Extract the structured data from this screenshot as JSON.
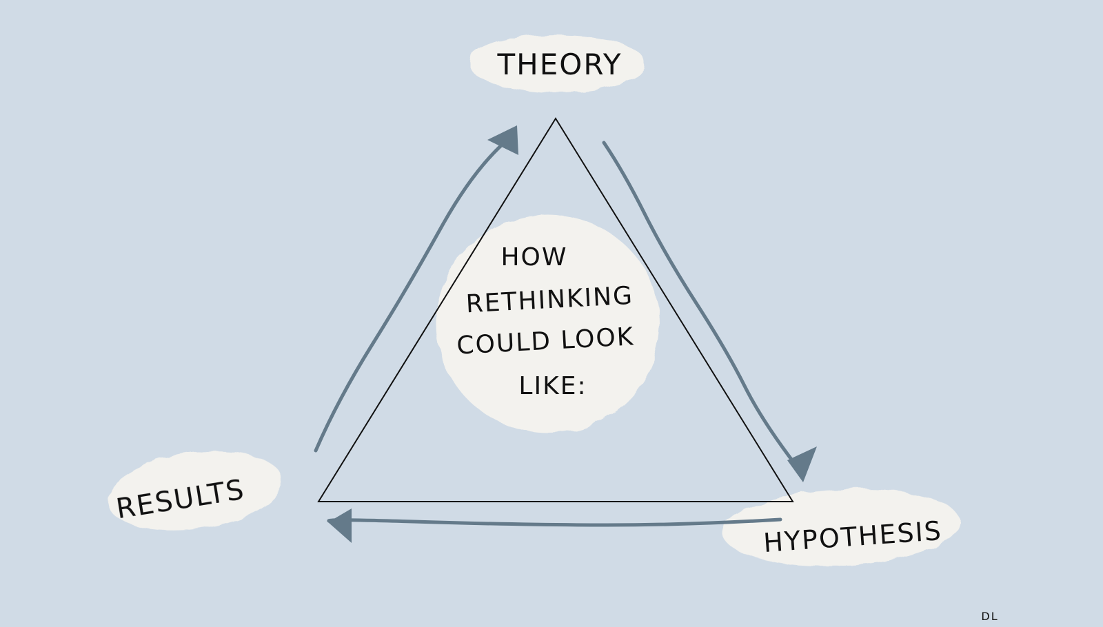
{
  "colors": {
    "background": "#d0dbe6",
    "blob": "#f3f2ee",
    "triangle_stroke": "#111111",
    "arrow": "#647a8a",
    "text": "#111111"
  },
  "diagram": {
    "nodes": {
      "theory": {
        "label": "THEORY"
      },
      "hypothesis": {
        "label": "HYPOTHESIS"
      },
      "results": {
        "label": "RESULTS"
      }
    },
    "center": {
      "lines": [
        "HOW",
        "RETHINKING",
        "COULD LOOK",
        "LIKE:"
      ]
    },
    "edges": [
      {
        "from": "theory",
        "to": "hypothesis"
      },
      {
        "from": "hypothesis",
        "to": "results"
      },
      {
        "from": "results",
        "to": "theory"
      }
    ],
    "signature": "DL"
  }
}
